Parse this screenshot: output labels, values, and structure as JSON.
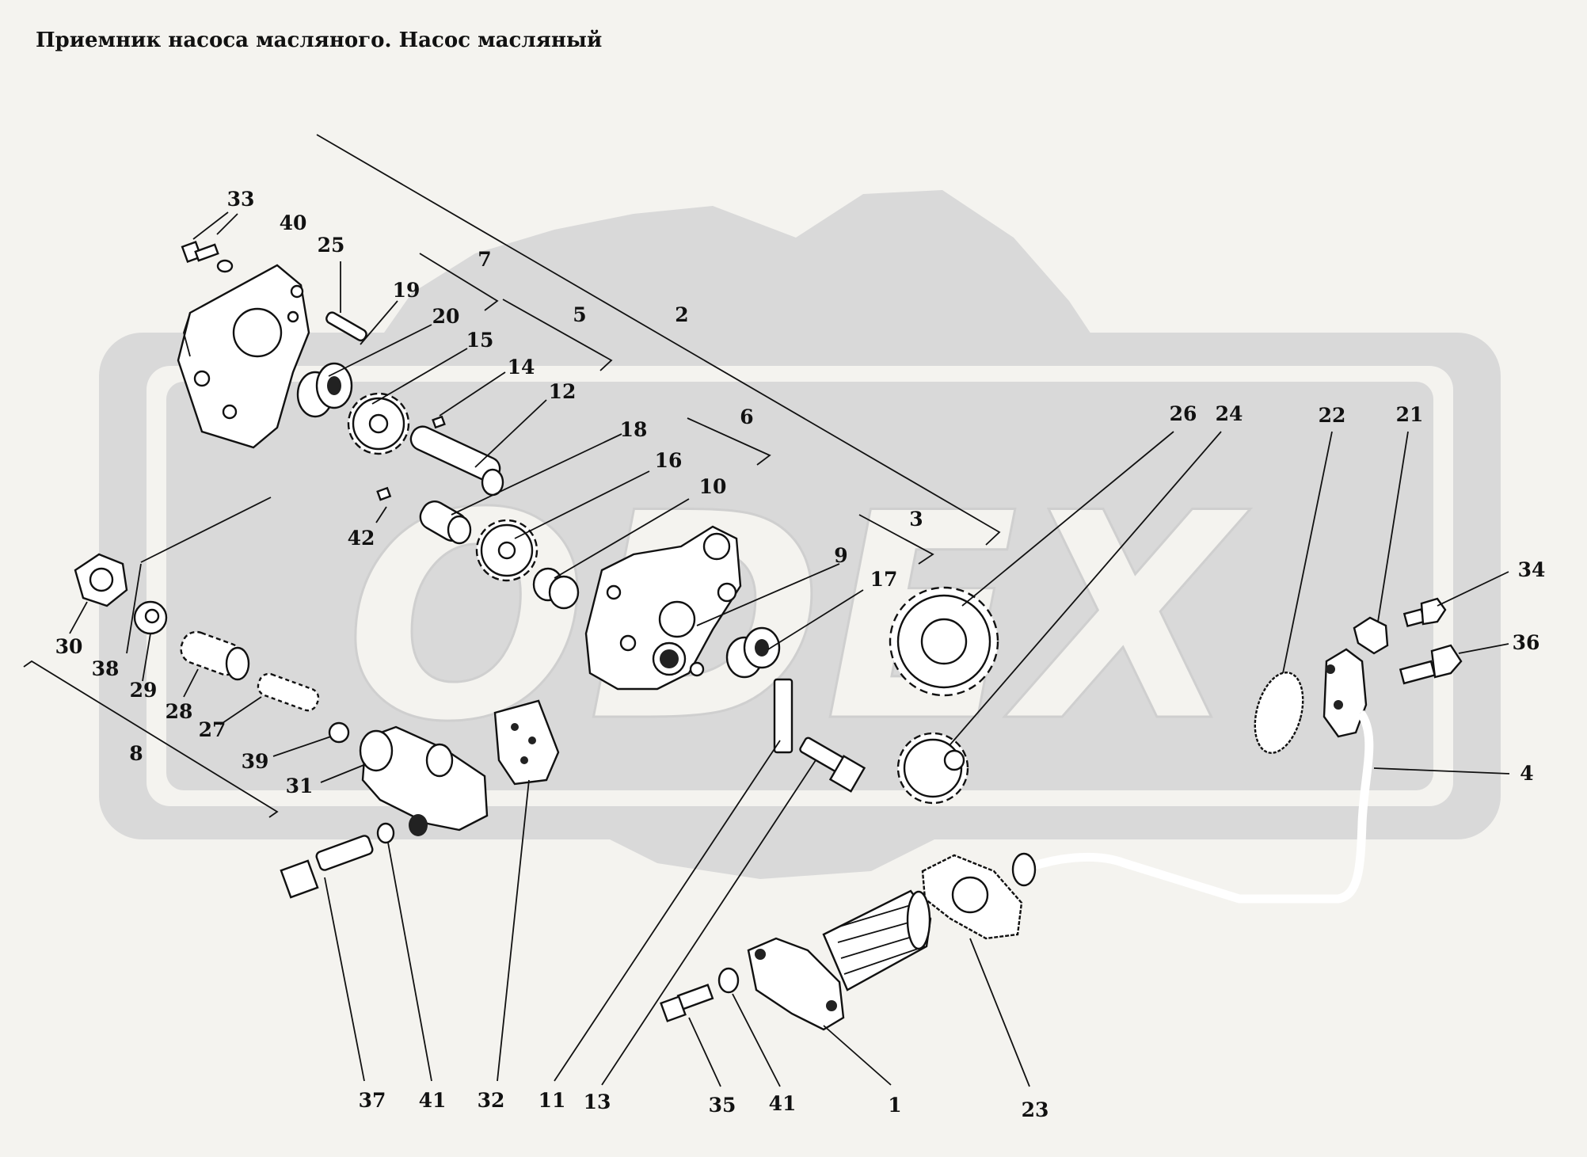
{
  "title": "Приемник насоса масляного. Насос масляный",
  "watermark": "ODEX",
  "colors": {
    "background": "#f4f3ef",
    "watermark": "#d6d6d6",
    "ink": "#111111"
  },
  "callouts": [
    "1",
    "2",
    "3",
    "4",
    "5",
    "6",
    "7",
    "8",
    "9",
    "10",
    "11",
    "12",
    "13",
    "14",
    "15",
    "16",
    "17",
    "18",
    "19",
    "20",
    "21",
    "22",
    "23",
    "24",
    "25",
    "26",
    "27",
    "28",
    "29",
    "30",
    "31",
    "32",
    "33",
    "34",
    "35",
    "36",
    "37",
    "38",
    "39",
    "40",
    "41",
    "41",
    "42"
  ]
}
